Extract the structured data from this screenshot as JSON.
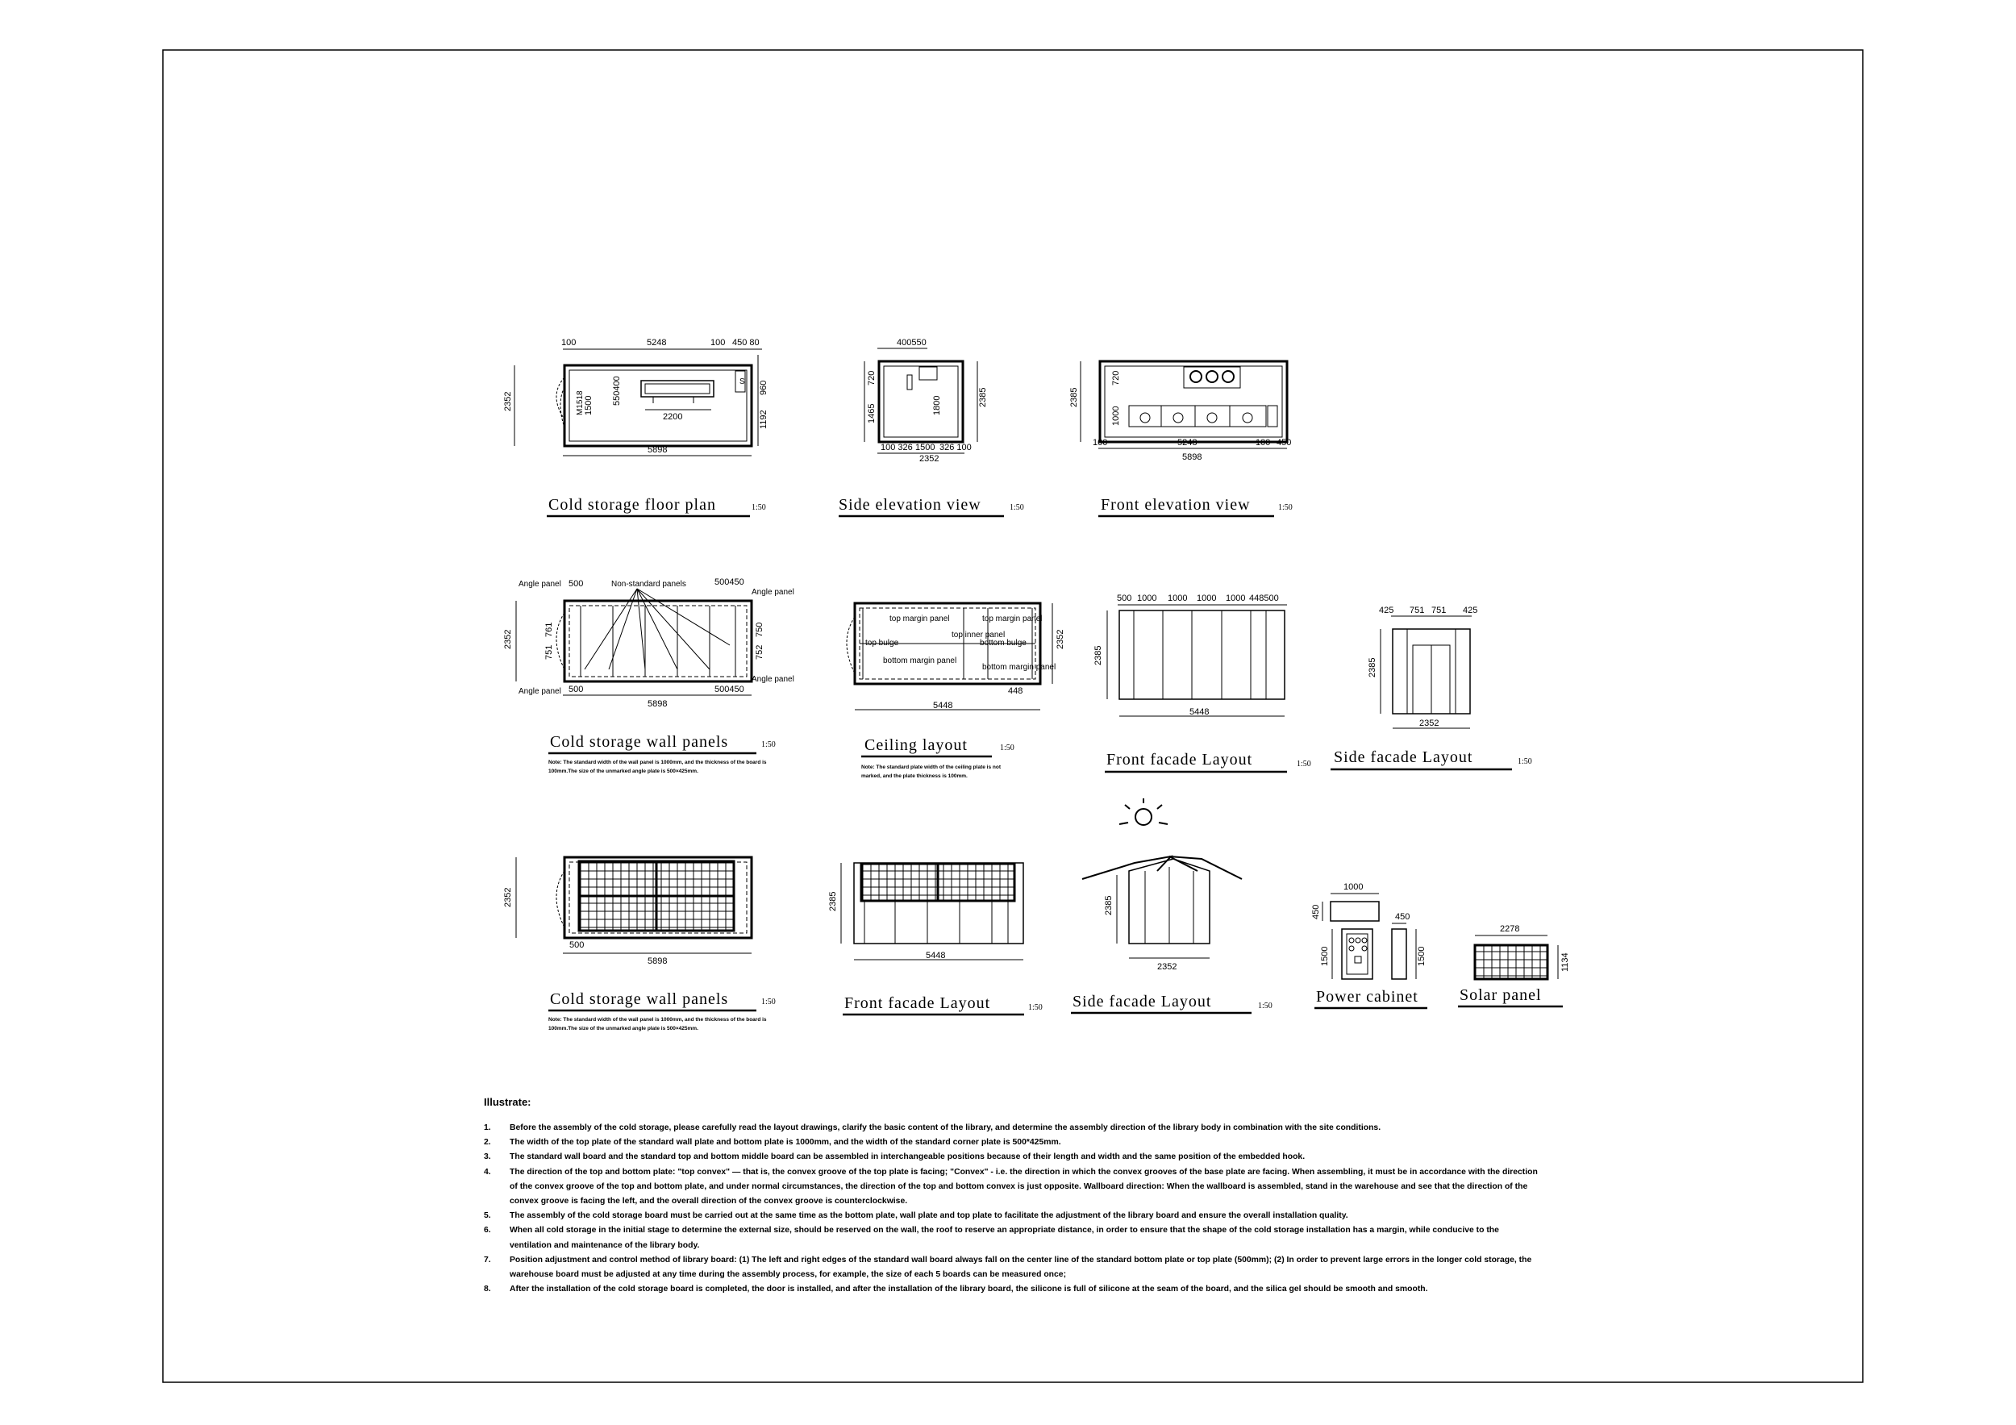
{
  "titles": {
    "floor_plan": "Cold storage floor plan",
    "side_elev": "Side elevation view",
    "front_elev": "Front elevation view",
    "wall_panels": "Cold storage wall panels",
    "ceiling": "Ceiling layout",
    "front_facade": "Front facade Layout",
    "side_facade": "Side facade Layout",
    "wall_panels_2": "Cold storage wall panels",
    "front_facade_2": "Front facade Layout",
    "side_facade_2": "Side facade Layout",
    "power_cabinet": "Power cabinet",
    "solar_panel": "Solar panel"
  },
  "scale": "1:50",
  "notes": {
    "wall_1": "Note: The standard width of the wall panel is 1000mm, and the thickness of the board is",
    "wall_2": "100mm.The size of the unmarked angle plate is 500×425mm.",
    "ceiling_1": "Note: The standard plate width of the ceiling plate is not",
    "ceiling_2": "marked, and the plate thickness is 100mm."
  },
  "labels": {
    "angle_panel": "Angle panel",
    "non_standard": "Non-standard panels",
    "top_margin_panel": "top margin panel",
    "top_bulge": "top bulge",
    "top_inner_panel": "top inner panel",
    "bottom_margin_panel": "bottom margin panel",
    "bottom_bulge": "bottom bulge",
    "door_code": "M1518",
    "cabinet_code": "S"
  },
  "dims": {
    "d100": "100",
    "d5248": "5248",
    "d45080": "450 80",
    "d5898": "5898",
    "d2352": "2352",
    "d2200": "2200",
    "d550400": "550400",
    "d1500": "1500",
    "d1800": "1800",
    "d960": "960",
    "d1192": "1192",
    "d400550": "400550",
    "d720": "720",
    "d1465": "1465",
    "d2385": "2385",
    "d326": "100 326",
    "d326b": "326 100",
    "d1000": "1000",
    "d450": "450",
    "d500": "500",
    "d500450": "500450",
    "d761": "761",
    "d751": "751",
    "d752": "752",
    "d750": "750",
    "d425": "425",
    "d5448": "5448",
    "d448": "448",
    "d1000s": "1000",
    "d448500": "448500",
    "d2278": "2278",
    "d1134": "1134",
    "d100b": "100"
  },
  "illustrate": {
    "heading": "Illustrate:",
    "items": [
      {
        "n": "1.",
        "t": "Before the assembly of the cold storage, please carefully read the layout drawings, clarify the basic content of the library, and determine the assembly direction of the library body in combination with the site conditions."
      },
      {
        "n": "2.",
        "t": "The width of the top plate of the standard wall plate and bottom plate is 1000mm, and the width of the standard corner plate is 500*425mm."
      },
      {
        "n": "3.",
        "t": "The standard wall board and the standard top and bottom middle board can be assembled in interchangeable positions because of their length and width and the same position of the embedded hook."
      },
      {
        "n": "4.",
        "t": "The direction of the top and bottom plate: \"top convex\" — that is, the convex groove of the top plate is facing; \"Convex\" - i.e. the direction in which the convex grooves of the base plate are facing. When assembling, it must be in accordance with the direction of the convex groove of the top and bottom plate, and under normal circumstances, the direction of the top and bottom convex is just opposite. Wallboard direction: When the wallboard is assembled, stand in the warehouse and see that the direction of the convex groove is facing the left, and the overall direction of the convex groove is counterclockwise."
      },
      {
        "n": "5.",
        "t": "The assembly of the cold storage board must be carried out at the same time as the bottom plate, wall plate and top plate to facilitate the adjustment of the library board and ensure the overall installation quality."
      },
      {
        "n": "6.",
        "t": "When all cold storage in the initial stage to determine the external size, should be reserved on the wall, the roof to reserve an appropriate distance, in order to ensure that the shape of the cold storage installation has a margin, while conducive to the ventilation and maintenance of the library body."
      },
      {
        "n": "7.",
        "t": "Position adjustment and control method of library board: (1) The left and right edges of the standard wall board always fall on the center line of the standard bottom plate or top plate (500mm); (2) In order to prevent large errors in the longer cold storage, the warehouse board must be adjusted at any time during the assembly process, for example, the size of each 5 boards can be measured once;"
      },
      {
        "n": "8.",
        "t": "After the installation of the cold storage board is completed, the door is installed, and after the installation of the library board, the silicone is full of silicone at the seam of the board, and the silica gel should be smooth and smooth."
      }
    ]
  }
}
